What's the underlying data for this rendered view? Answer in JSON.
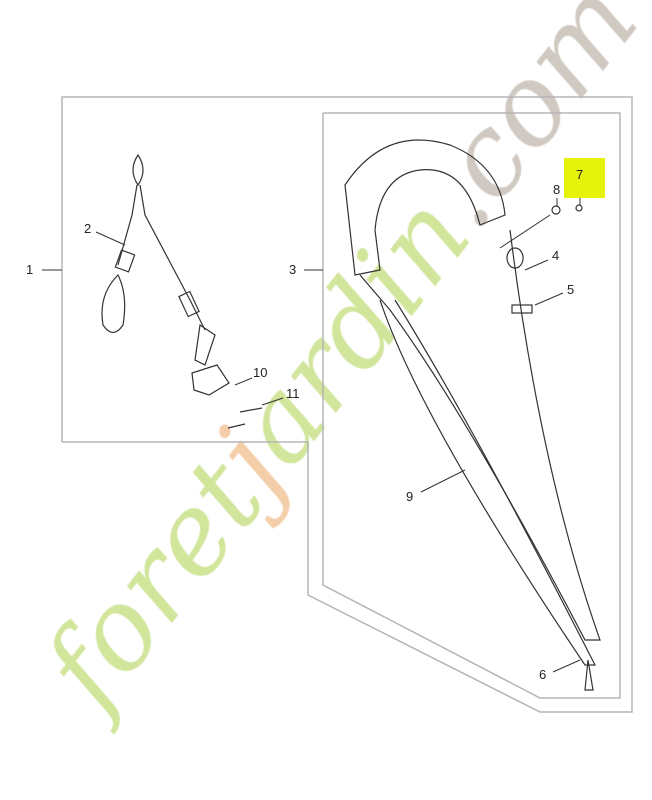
{
  "watermark": {
    "text": "foretjardin.com",
    "colors": {
      "green": "#c9e08a",
      "orange": "#f2c69a",
      "gray": "#c8bfb6"
    }
  },
  "highlight_color": "#e5f20a",
  "highlighted_part": "7",
  "callouts": [
    "1",
    "2",
    "3",
    "4",
    "5",
    "6",
    "7",
    "8",
    "9",
    "10",
    "11"
  ]
}
